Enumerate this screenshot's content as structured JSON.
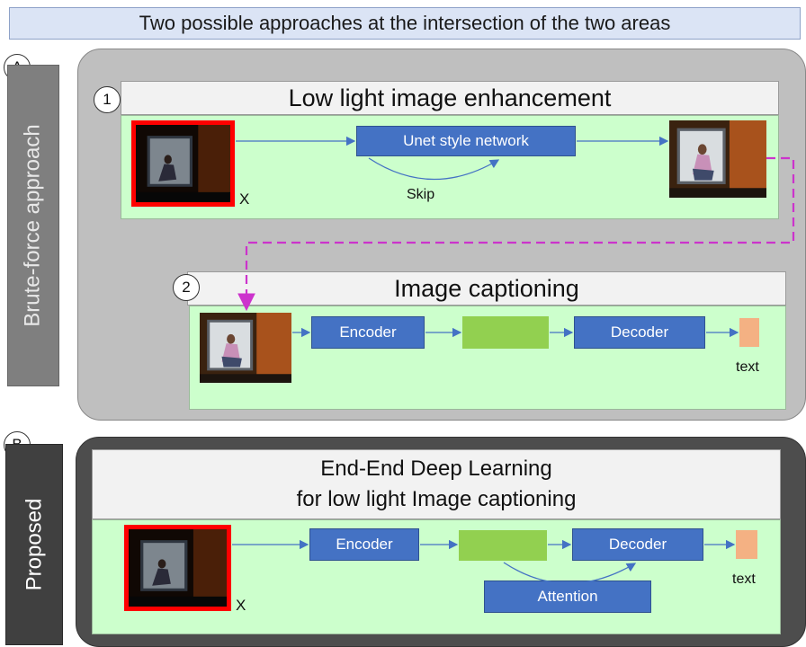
{
  "top_title": "Two possible approaches at the intersection of the two areas",
  "section_a": {
    "marker": "A",
    "side_label": "Brute-force approach",
    "step1": {
      "number": "1",
      "title": "Low light image  enhancement",
      "network_label": "Unet style network",
      "skip_label": "Skip",
      "input_label": "X"
    },
    "step2": {
      "number": "2",
      "title": "Image captioning",
      "encoder_label": "Encoder",
      "decoder_label": "Decoder",
      "output_label": "text"
    }
  },
  "section_b": {
    "marker": "B",
    "side_label": "Proposed",
    "title_line1": "End-End Deep Learning",
    "title_line2": "for low light Image captioning",
    "input_label": "X",
    "encoder_label": "Encoder",
    "decoder_label": "Decoder",
    "attention_label": "Attention",
    "output_label": "text"
  },
  "colors": {
    "title_bg": "#dbe4f5",
    "panel_a": "#bfbfbf",
    "panel_b": "#4d4d4d",
    "green_area": "#ccffcc",
    "blue_box": "#4472c4",
    "feature_block": "#92d050",
    "text_block": "#f4b183",
    "red_frame": "#ff0000",
    "dashed_connector": "#cc33cc"
  }
}
